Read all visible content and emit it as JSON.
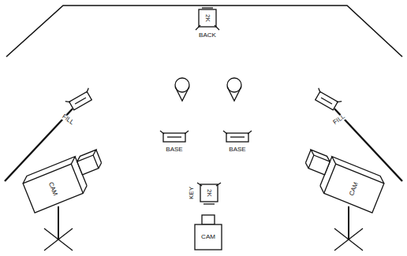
{
  "diagram": {
    "labels": [
      "2K",
      "BACK",
      "FILL",
      "FILL",
      "BASE",
      "BASE",
      "KEY",
      "2K",
      "CAM",
      "CAM",
      "CAM"
    ]
  }
}
